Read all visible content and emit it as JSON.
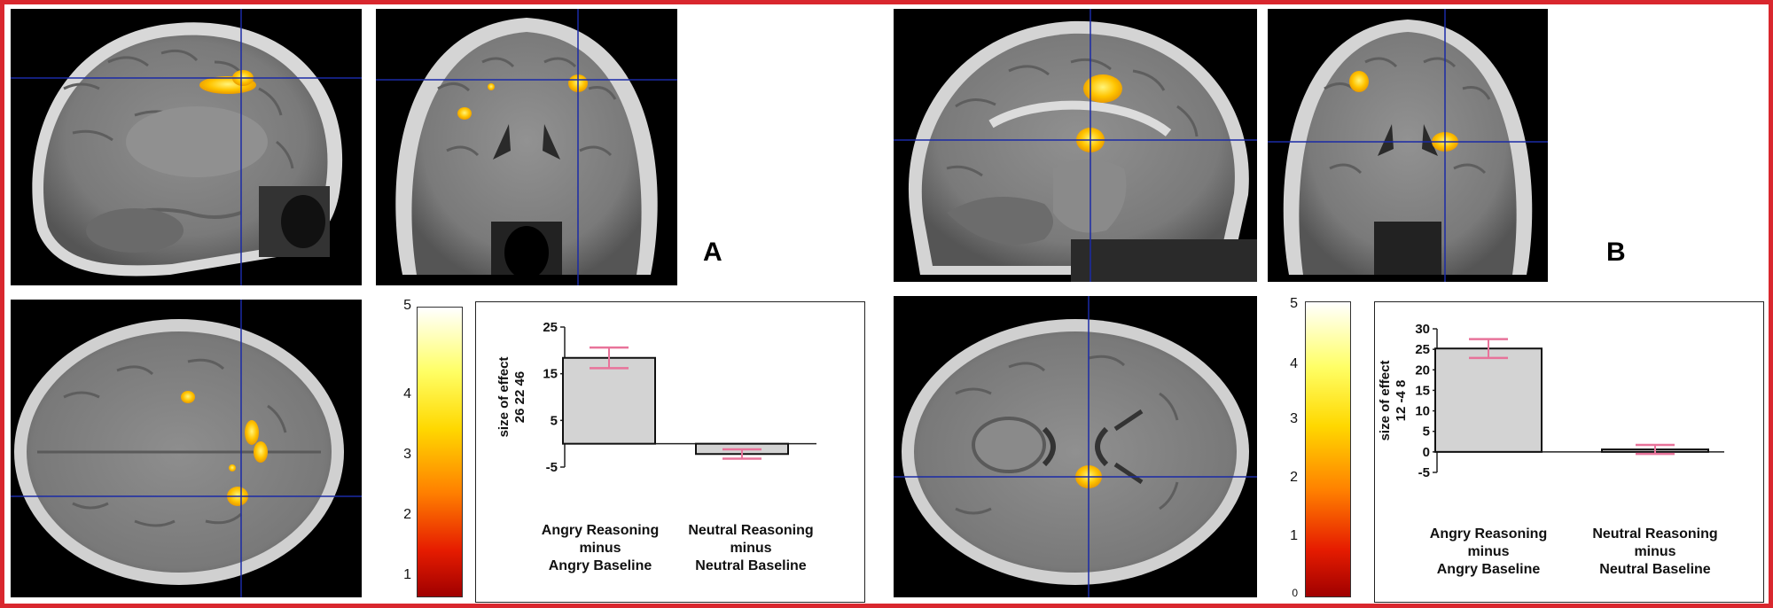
{
  "panels": {
    "a": {
      "letter": "A"
    },
    "b": {
      "letter": "B"
    }
  },
  "colorbar": {
    "ticks": [
      "5",
      "4",
      "3",
      "2",
      "1"
    ],
    "ticks_b": [
      "5",
      "4",
      "3",
      "2",
      "1",
      "0"
    ],
    "colors": [
      "#ffffff",
      "#ffff66",
      "#ffd800",
      "#ff8000",
      "#e61c00",
      "#a00000"
    ]
  },
  "colors": {
    "frame": "#d9272e",
    "crosshair": "#1a2aa6",
    "activation": "#ffc400",
    "bar_fill": "#d3d3d3",
    "error_bar": "#e8739a"
  },
  "chart_data": [
    {
      "type": "bar",
      "panel": "A",
      "categories": [
        "Angry Reasoning minus Angry Baseline",
        "Neutral Reasoning minus Neutral Baseline"
      ],
      "category_lines": [
        [
          "Angry Reasoning",
          "minus",
          "Angry Baseline"
        ],
        [
          "Neutral Reasoning",
          "minus",
          "Neutral Baseline"
        ]
      ],
      "values": [
        18.4,
        -2.2
      ],
      "errors": [
        2.2,
        1.0
      ],
      "ylabel": "size of effect",
      "ylabel_extra": "26  22  46",
      "yticks": [
        "25",
        "15",
        "5",
        "-5"
      ],
      "ytick_values": [
        25,
        15,
        5,
        -5
      ],
      "ylim": [
        -5,
        25
      ]
    },
    {
      "type": "bar",
      "panel": "B",
      "categories": [
        "Angry Reasoning minus Angry Baseline",
        "Neutral Reasoning minus Neutral Baseline"
      ],
      "category_lines": [
        [
          "Angry Reasoning",
          "minus",
          "Angry Baseline"
        ],
        [
          "Neutral Reasoning",
          "minus",
          "Neutral Baseline"
        ]
      ],
      "values": [
        25.2,
        0.6
      ],
      "errors": [
        2.3,
        1.1
      ],
      "ylabel": "size of effect",
      "ylabel_extra": "12  -4  8",
      "yticks": [
        "30",
        "25",
        "20",
        "15",
        "10",
        "5",
        "0",
        "-5"
      ],
      "ytick_values": [
        30,
        25,
        20,
        15,
        10,
        5,
        0,
        -5
      ],
      "ylim": [
        -5,
        30
      ]
    }
  ]
}
